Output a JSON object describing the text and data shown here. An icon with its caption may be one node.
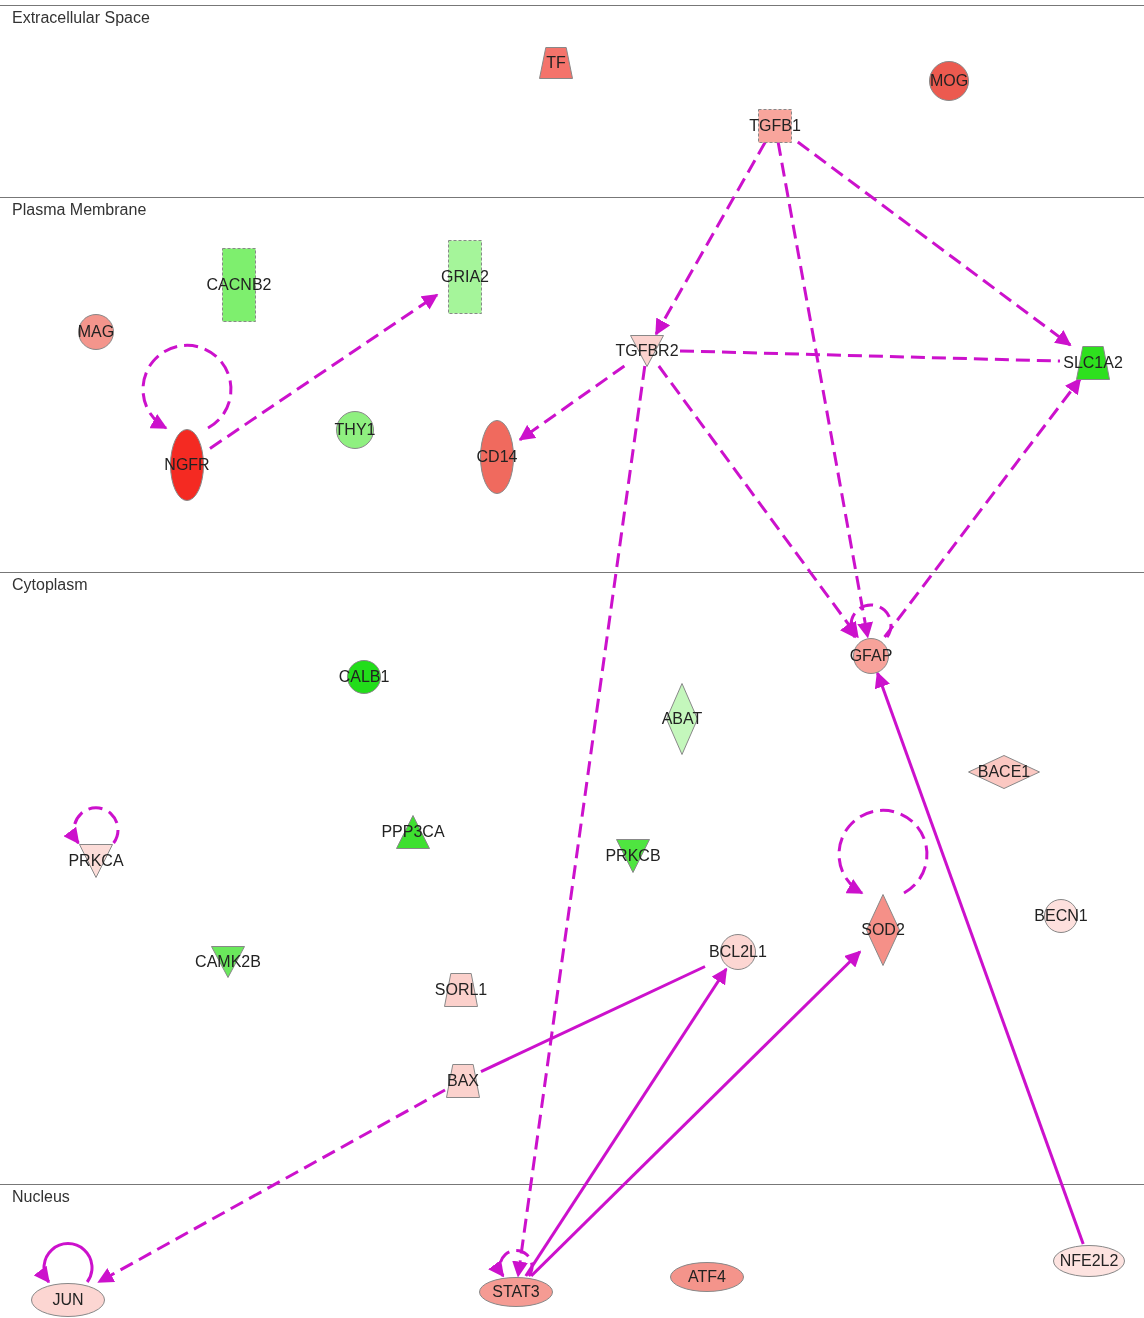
{
  "diagram": {
    "nodes": [
      {
        "text": [
          "Extracellular Space"
        ]
      },
      {
        "text": [
          "TF"
        ],
        "in": 0
      },
      {
        "text": [
          "MOG"
        ],
        "in": 0
      },
      {
        "text": [
          "TGFB1"
        ],
        "in": 0
      },
      {
        "text": [
          "Plasma Membrane"
        ]
      },
      {
        "text": [
          "CACNB2"
        ],
        "in": 4
      },
      {
        "text": [
          "GRIA2"
        ],
        "in": 4
      },
      {
        "text": [
          "MAG"
        ],
        "in": 4
      },
      {
        "text": [
          "TGFBR2"
        ],
        "in": 4
      },
      {
        "text": [
          "SLC1A2"
        ],
        "in": 4
      },
      {
        "text": [
          "NGFR"
        ],
        "in": 4
      },
      {
        "text": [
          "THY1"
        ],
        "in": 4
      },
      {
        "text": [
          "CD14"
        ],
        "in": 4
      },
      {
        "text": [
          "Cytoplasm"
        ]
      },
      {
        "text": [
          "GFAP"
        ],
        "in": 13
      },
      {
        "text": [
          "CALB1"
        ],
        "in": 13
      },
      {
        "text": [
          "ABAT"
        ],
        "in": 13
      },
      {
        "text": [
          "BACE1"
        ],
        "in": 13
      },
      {
        "text": [
          "PRKCA"
        ],
        "in": 13
      },
      {
        "text": [
          "PPP3CA"
        ],
        "in": 13
      },
      {
        "text": [
          "PRKCB"
        ],
        "in": 13
      },
      {
        "text": [
          "SOD2"
        ],
        "in": 13
      },
      {
        "text": [
          "BECN1"
        ],
        "in": 13
      },
      {
        "text": [
          "CAMK2B"
        ],
        "in": 13
      },
      {
        "text": [
          "BCL2L1"
        ],
        "in": 13
      },
      {
        "text": [
          "SORL1"
        ],
        "in": 13
      },
      {
        "text": [
          "BAX"
        ],
        "in": 13
      },
      {
        "text": [
          "Nucleus"
        ]
      },
      {
        "text": [
          "JUN"
        ],
        "in": 27
      },
      {
        "text": [
          "STAT3"
        ],
        "in": 27
      },
      {
        "text": [
          "ATF4"
        ],
        "in": 27
      },
      {
        "text": [
          "NFE2L2"
        ],
        "in": 27
      }
    ],
    "edges": [
      {
        "from": 3,
        "to": 8,
        "arrow": "to",
        "style": "dashed"
      },
      {
        "from": 3,
        "to": 14,
        "arrow": "to",
        "style": "dashed"
      },
      {
        "from": 3,
        "to": 9,
        "arrow": "to",
        "style": "dashed"
      },
      {
        "from": 8,
        "to": 9,
        "arrow": "none",
        "style": "dashed"
      },
      {
        "from": 8,
        "to": 12,
        "arrow": "to",
        "style": "dashed"
      },
      {
        "from": 8,
        "to": 14,
        "arrow": "to",
        "style": "dashed"
      },
      {
        "from": 8,
        "to": 29,
        "arrow": "to",
        "style": "dashed"
      },
      {
        "from": 10,
        "to": 10,
        "arrow": "to",
        "style": "dashed"
      },
      {
        "from": 10,
        "to": 6,
        "arrow": "to",
        "style": "dashed"
      },
      {
        "from": 14,
        "to": 14,
        "arrow": "to",
        "style": "dashed"
      },
      {
        "from": 14,
        "to": 9,
        "arrow": "to",
        "style": "dashed"
      },
      {
        "from": 18,
        "to": 18,
        "arrow": "to",
        "style": "dashed"
      },
      {
        "from": 21,
        "to": 21,
        "arrow": "to",
        "style": "dashed"
      },
      {
        "from": 24,
        "to": 26,
        "arrow": "none"
      },
      {
        "from": 26,
        "to": 28,
        "arrow": "to",
        "style": "dashed"
      },
      {
        "from": 28,
        "to": 28,
        "arrow": "to"
      },
      {
        "from": 29,
        "to": 29,
        "arrow": "to",
        "style": "dashed"
      },
      {
        "from": 29,
        "to": 24,
        "arrow": "to"
      },
      {
        "from": 29,
        "to": 21,
        "arrow": "to"
      },
      {
        "from": 31,
        "to": 14,
        "arrow": "to"
      }
    ]
  }
}
